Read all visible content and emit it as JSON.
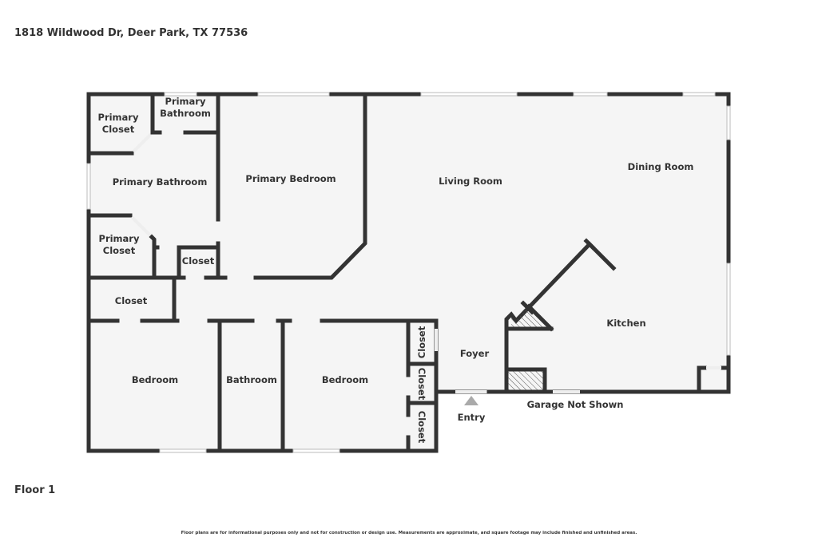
{
  "address": "1818 Wildwood Dr, Deer Park, TX 77536",
  "floor_label": "Floor 1",
  "disclaimer": "Floor plans are for informational purposes only and not for construction or design use. Measurements are approximate, and square footage may include finished and unfinished areas.",
  "rooms": {
    "primary_closet_1": [
      "Primary",
      "Closet"
    ],
    "primary_bathroom_small": [
      "Primary",
      "Bathroom"
    ],
    "primary_bathroom": "Primary Bathroom",
    "primary_closet_2": [
      "Primary",
      "Closet"
    ],
    "closet_small": "Closet",
    "primary_bedroom": "Primary Bedroom",
    "living_room": "Living Room",
    "dining_room": "Dining Room",
    "kitchen": "Kitchen",
    "closet_hall": "Closet",
    "bedroom_1": "Bedroom",
    "bathroom": "Bathroom",
    "bedroom_2": "Bedroom",
    "closet_a": "Closet",
    "closet_b": "Closet",
    "closet_c": "Closet",
    "foyer": "Foyer",
    "entry": "Entry",
    "garage": "Garage Not Shown"
  }
}
